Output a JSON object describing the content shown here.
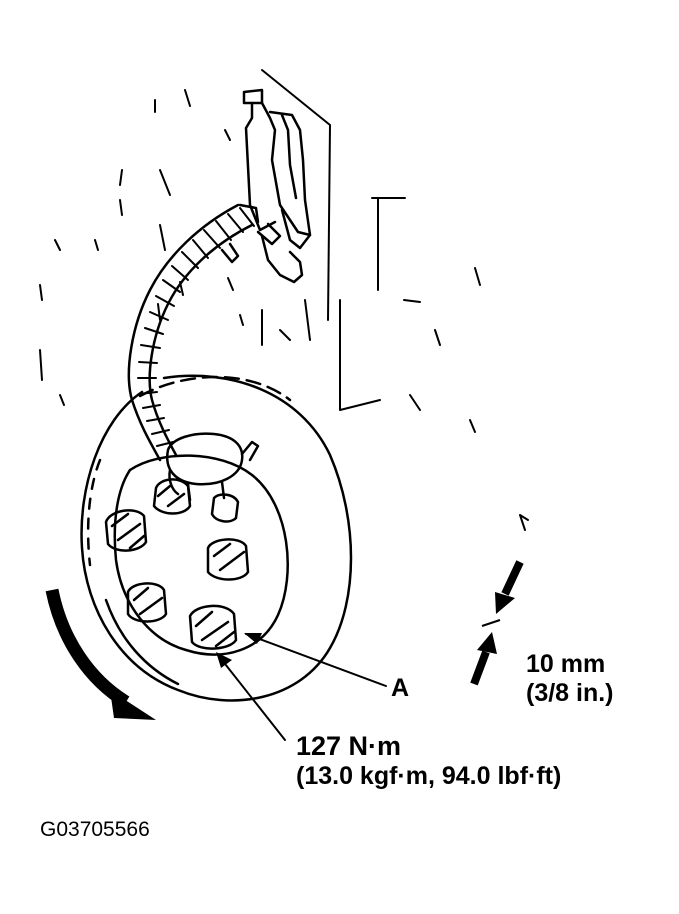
{
  "labels": {
    "callout_a": "A",
    "spacing_metric": "10 mm",
    "spacing_imperial": "(3/8 in.)",
    "torque_metric": "127 N·m",
    "torque_alt": "(13.0 kgf·m, 94.0 lbf·ft)",
    "figure_code": "G03705566"
  },
  "colors": {
    "ink": "#000000",
    "paper": "#ffffff"
  }
}
